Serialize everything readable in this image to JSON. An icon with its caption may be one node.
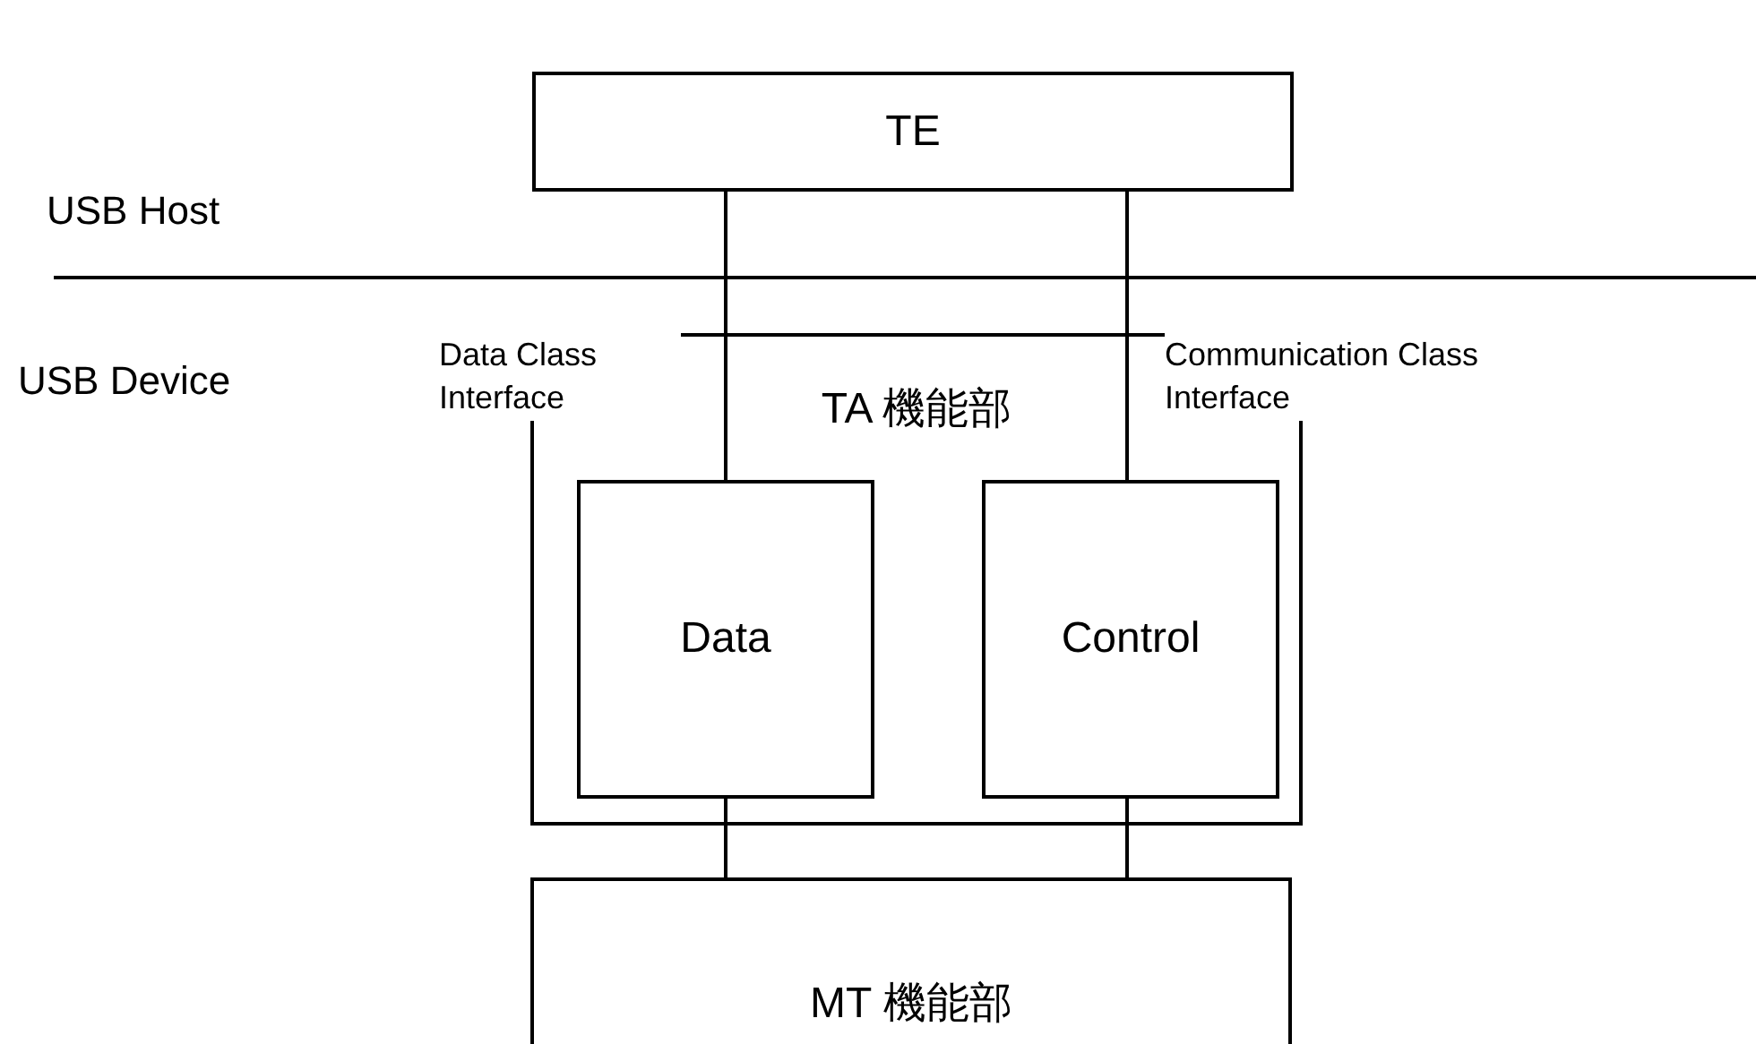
{
  "diagram": {
    "nodes": [
      {
        "text": [
          "TE"
        ]
      },
      {
        "text": [
          "TA 機能部"
        ]
      },
      {
        "text": [
          "Data"
        ],
        "in": 1
      },
      {
        "text": [
          "Control"
        ],
        "in": 1
      },
      {
        "text": [
          "MT 機能部"
        ]
      }
    ],
    "edges": [
      {
        "from": 0,
        "to": 2,
        "arrow": "none"
      },
      {
        "from": 0,
        "to": 3,
        "arrow": "none"
      },
      {
        "from": 2,
        "to": 4,
        "arrow": "none"
      },
      {
        "from": 3,
        "to": 4,
        "arrow": "none"
      }
    ],
    "labels": [
      "USB Host",
      "USB Device",
      "Data Class Interface",
      "Communication Class Interface"
    ]
  }
}
